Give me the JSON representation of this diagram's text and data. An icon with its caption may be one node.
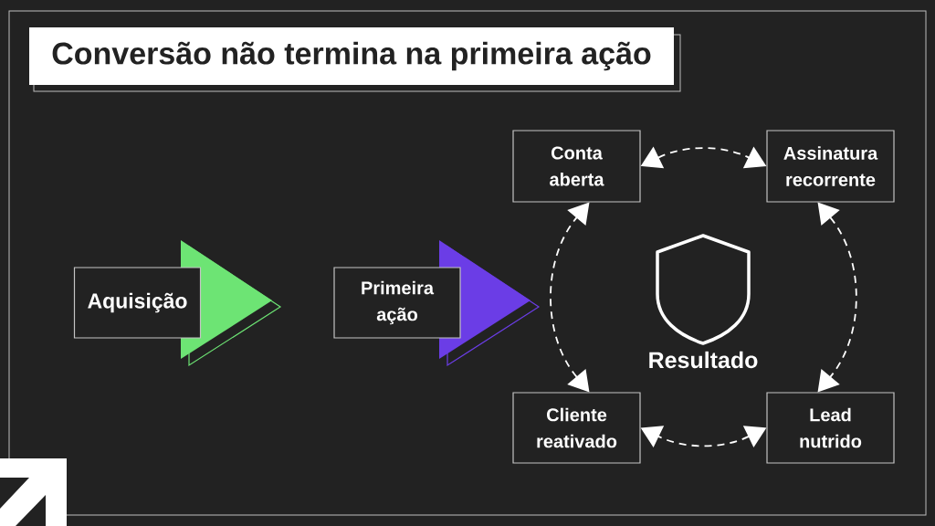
{
  "diagram": {
    "title": "Conversão não termina na primeira ação",
    "nodes": [
      {
        "text": [
          "Aquisição"
        ]
      },
      {
        "text": [
          "Primeira ação"
        ]
      },
      {
        "text": [
          "Conta aberta"
        ]
      },
      {
        "text": [
          "Assinatura recorrente"
        ]
      },
      {
        "text": [
          "Lead nutrido"
        ]
      },
      {
        "text": [
          "Cliente reativado"
        ]
      }
    ],
    "edges": [
      {
        "from": 2,
        "to": 3,
        "arrow": "both",
        "style": "dashed"
      },
      {
        "from": 3,
        "to": 4,
        "arrow": "both",
        "style": "dashed"
      },
      {
        "from": 4,
        "to": 5,
        "arrow": "both",
        "style": "dashed"
      },
      {
        "from": 5,
        "to": 2,
        "arrow": "both",
        "style": "dashed"
      }
    ],
    "labels": [
      "Resultado"
    ]
  }
}
